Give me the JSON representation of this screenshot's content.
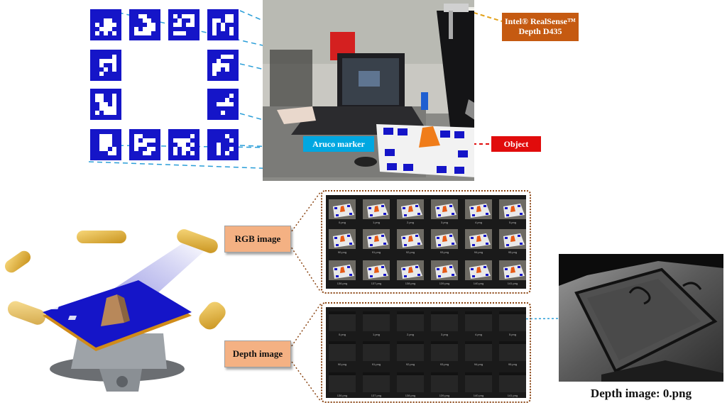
{
  "labels": {
    "realsense": "Intel® RealSense™ Depth D435",
    "aruco": "Aruco marker",
    "object": "Object",
    "rgb": "RGB image",
    "depth": "Depth image",
    "depth_caption": "Depth image: 0.png"
  },
  "rgb_grid": {
    "rows": [
      [
        "0.png",
        "1.png",
        "2.png",
        "3.png",
        "4.png",
        "5.png"
      ],
      [
        "90.png",
        "91.png",
        "92.png",
        "93.png",
        "94.png",
        "95.png"
      ],
      [
        "136.png",
        "137.png",
        "138.png",
        "139.png",
        "140.png",
        "141.png"
      ]
    ]
  },
  "depth_grid": {
    "rows": [
      [
        "0.png",
        "1.png",
        "2.png",
        "3.png",
        "4.png",
        "5.png"
      ],
      [
        "90.png",
        "91.png",
        "92.png",
        "93.png",
        "94.png",
        "95.png"
      ],
      [
        "136.png",
        "137.png",
        "138.png",
        "139.png",
        "140.png",
        "141.png"
      ]
    ]
  },
  "colors": {
    "marker_blue": "#1515c8",
    "tag_fill": "#f4b183",
    "realsense_fill": "#c55a11",
    "aruco_fill": "#00a7e1",
    "object_fill": "#e10c0c",
    "panel_border": "#8b4513"
  }
}
